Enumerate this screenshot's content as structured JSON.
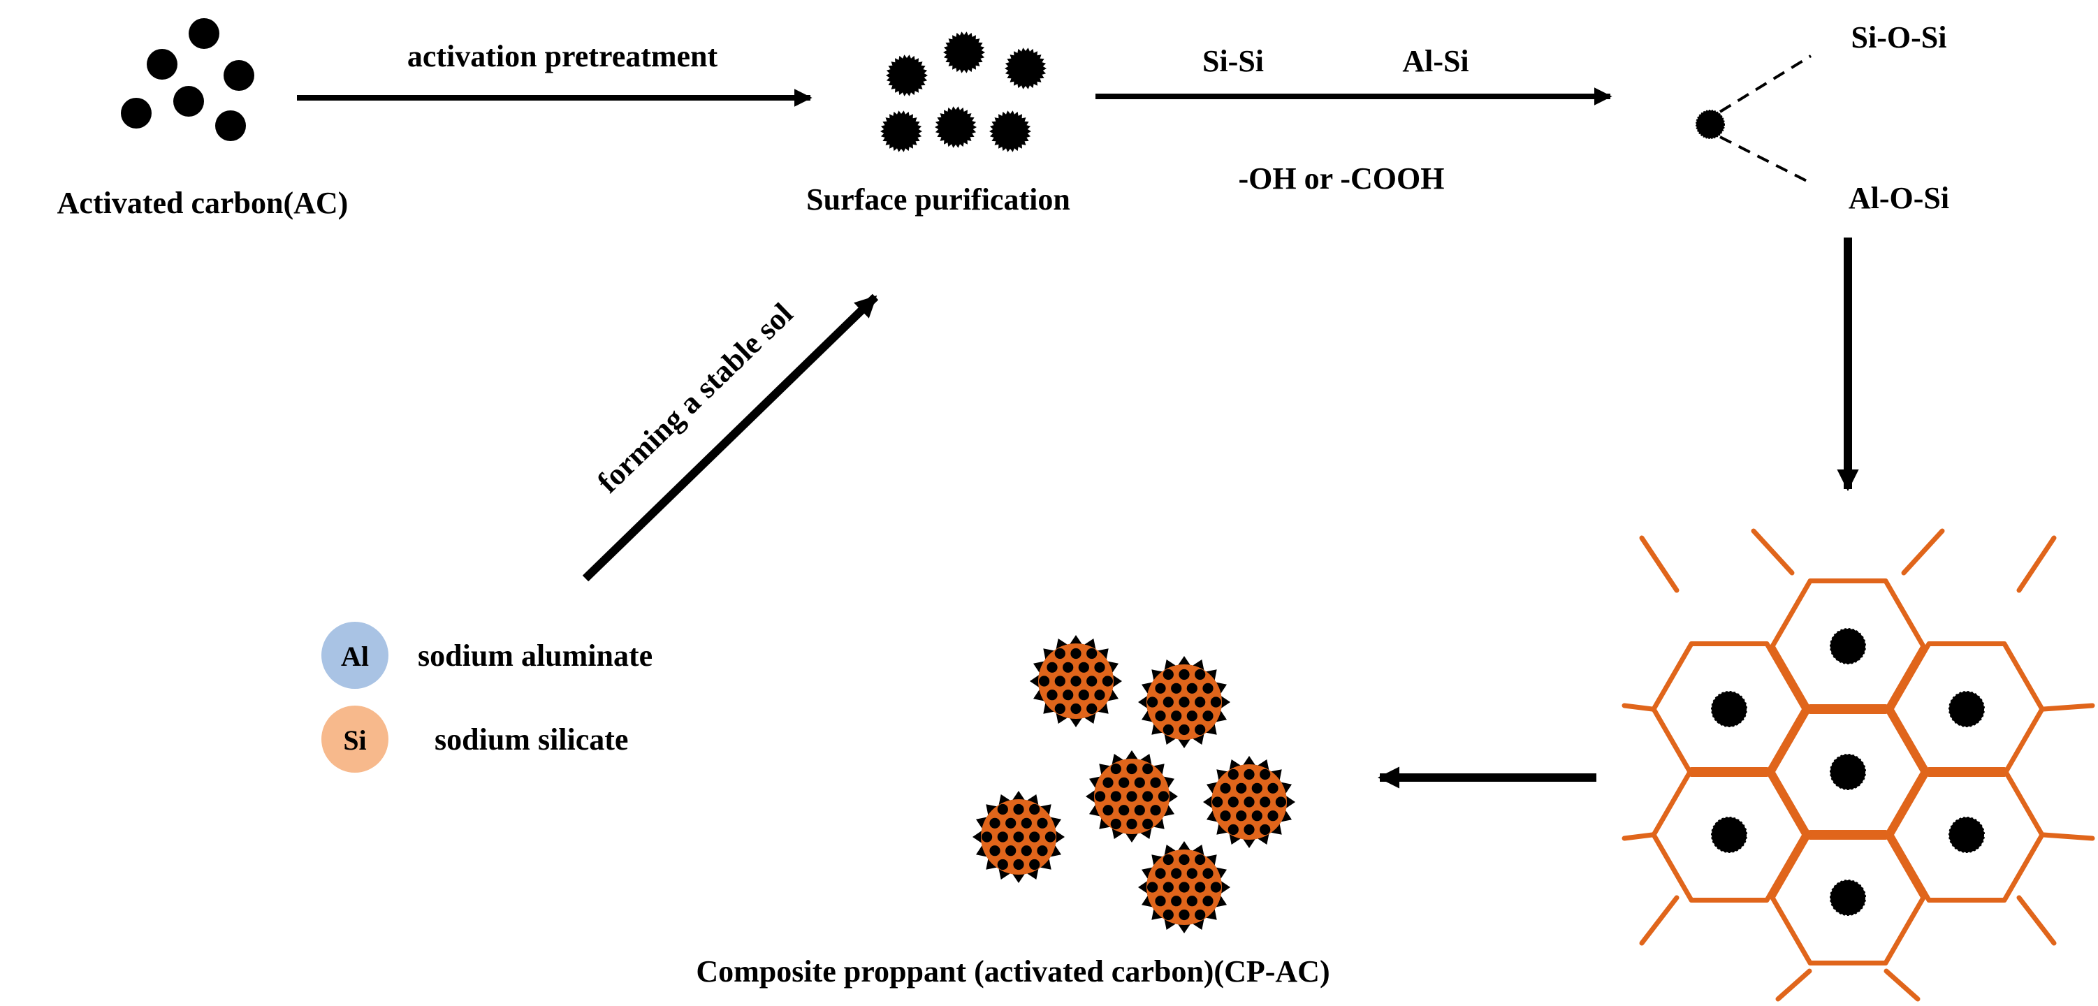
{
  "labels": {
    "activated_carbon": "Activated carbon(AC)",
    "activation_pretreatment": "activation pretreatment",
    "surface_purification": "Surface purification",
    "si_si": "Si-Si",
    "al_si": "Al-Si",
    "oh_cooh": "-OH or -COOH",
    "si_o_si": "Si-O-Si",
    "al_o_si": "Al-O-Si",
    "forming_sol": "forming a stable sol",
    "composite_proppant": "Composite proppant (activated carbon)(CP-AC)"
  },
  "legend": [
    {
      "symbol": "Al",
      "text": "sodium aluminate",
      "color": "#a9c3e4"
    },
    {
      "symbol": "Si",
      "text": "sodium silicate",
      "color": "#f7b98c"
    }
  ],
  "colors": {
    "carbon": "#000000",
    "framework": "#e0651b",
    "arrow": "#000000"
  },
  "icons": {
    "activated_carbon": "smooth-carbon-particles",
    "purified_carbon": "serrated-carbon-particles",
    "framework": "hexagonal-network",
    "proppant": "composite-proppant-particles"
  }
}
